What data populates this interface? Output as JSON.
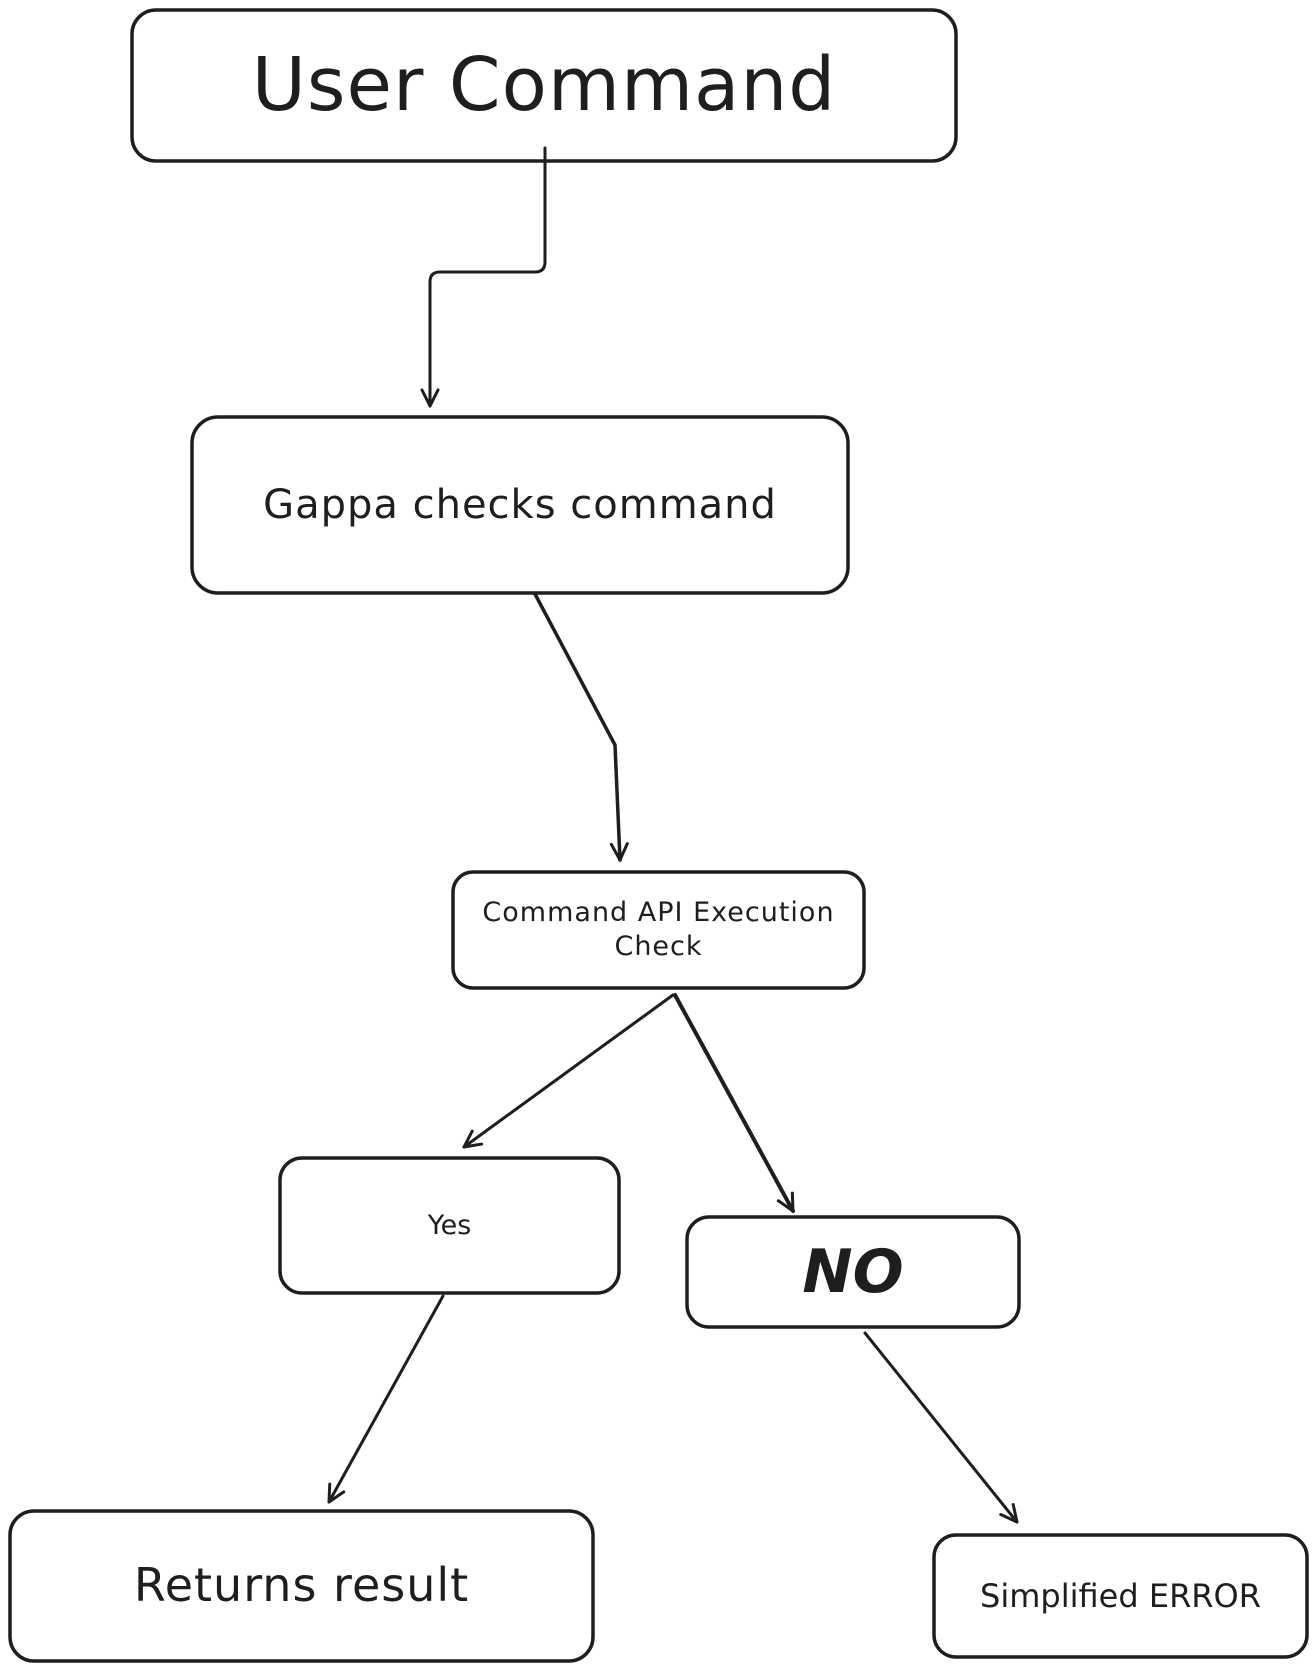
{
  "diagram": {
    "type": "flowchart",
    "stroke_color": "#1e1e1e",
    "background": "#ffffff",
    "nodes": {
      "user_command": {
        "label": "User Command"
      },
      "gappa_checks": {
        "label": "Gappa checks command"
      },
      "api_check": {
        "line1": "Command API Execution",
        "line2": "Check"
      },
      "yes": {
        "label": "Yes"
      },
      "no": {
        "label": "NO"
      },
      "returns_result": {
        "label": "Returns result"
      },
      "simplified_error": {
        "label": "Simplified ERROR"
      }
    },
    "edges": [
      {
        "from": "User Command",
        "to": "Gappa checks command"
      },
      {
        "from": "Gappa checks command",
        "to": "Command API Execution Check"
      },
      {
        "from": "Command API Execution Check",
        "to": "Yes"
      },
      {
        "from": "Command API Execution Check",
        "to": "NO"
      },
      {
        "from": "Yes",
        "to": "Returns result"
      },
      {
        "from": "NO",
        "to": "Simplified ERROR"
      }
    ]
  }
}
